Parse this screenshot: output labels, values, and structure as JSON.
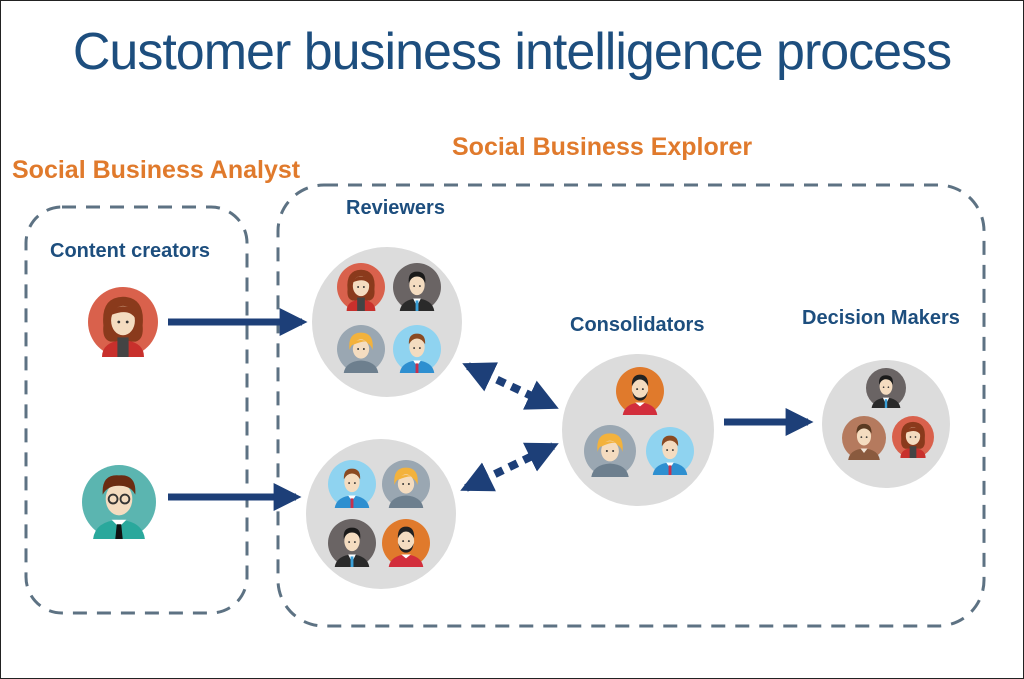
{
  "title": "Customer business intelligence process",
  "groups": {
    "analyst": {
      "label": "Social Business Analyst"
    },
    "explorer": {
      "label": "Social Business Explorer"
    }
  },
  "roles": {
    "content_creators": "Content creators",
    "reviewers": "Reviewers",
    "consolidators": "Consolidators",
    "decision_makers": "Decision Makers"
  },
  "colors": {
    "title": "#1d4e7e",
    "group_label": "#e07a2c",
    "arrow": "#1d3f78",
    "dash": "#5d7283",
    "circle_bg": "#dcdcdc"
  }
}
